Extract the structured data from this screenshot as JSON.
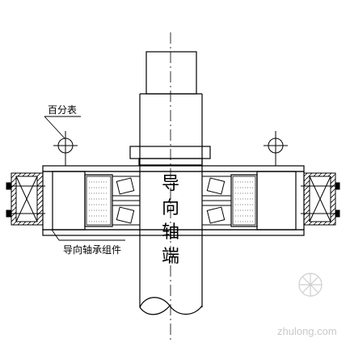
{
  "diagram": {
    "labels": {
      "dial_indicator": "百分表",
      "bearing_assembly": "导向轴承组件",
      "shaft_end": [
        "导",
        "向",
        "轴",
        "端"
      ]
    },
    "watermark": {
      "text": "zhulong.com"
    },
    "colors": {
      "line": "#000000",
      "background": "#ffffff",
      "watermark": "#c9c9c9"
    }
  }
}
